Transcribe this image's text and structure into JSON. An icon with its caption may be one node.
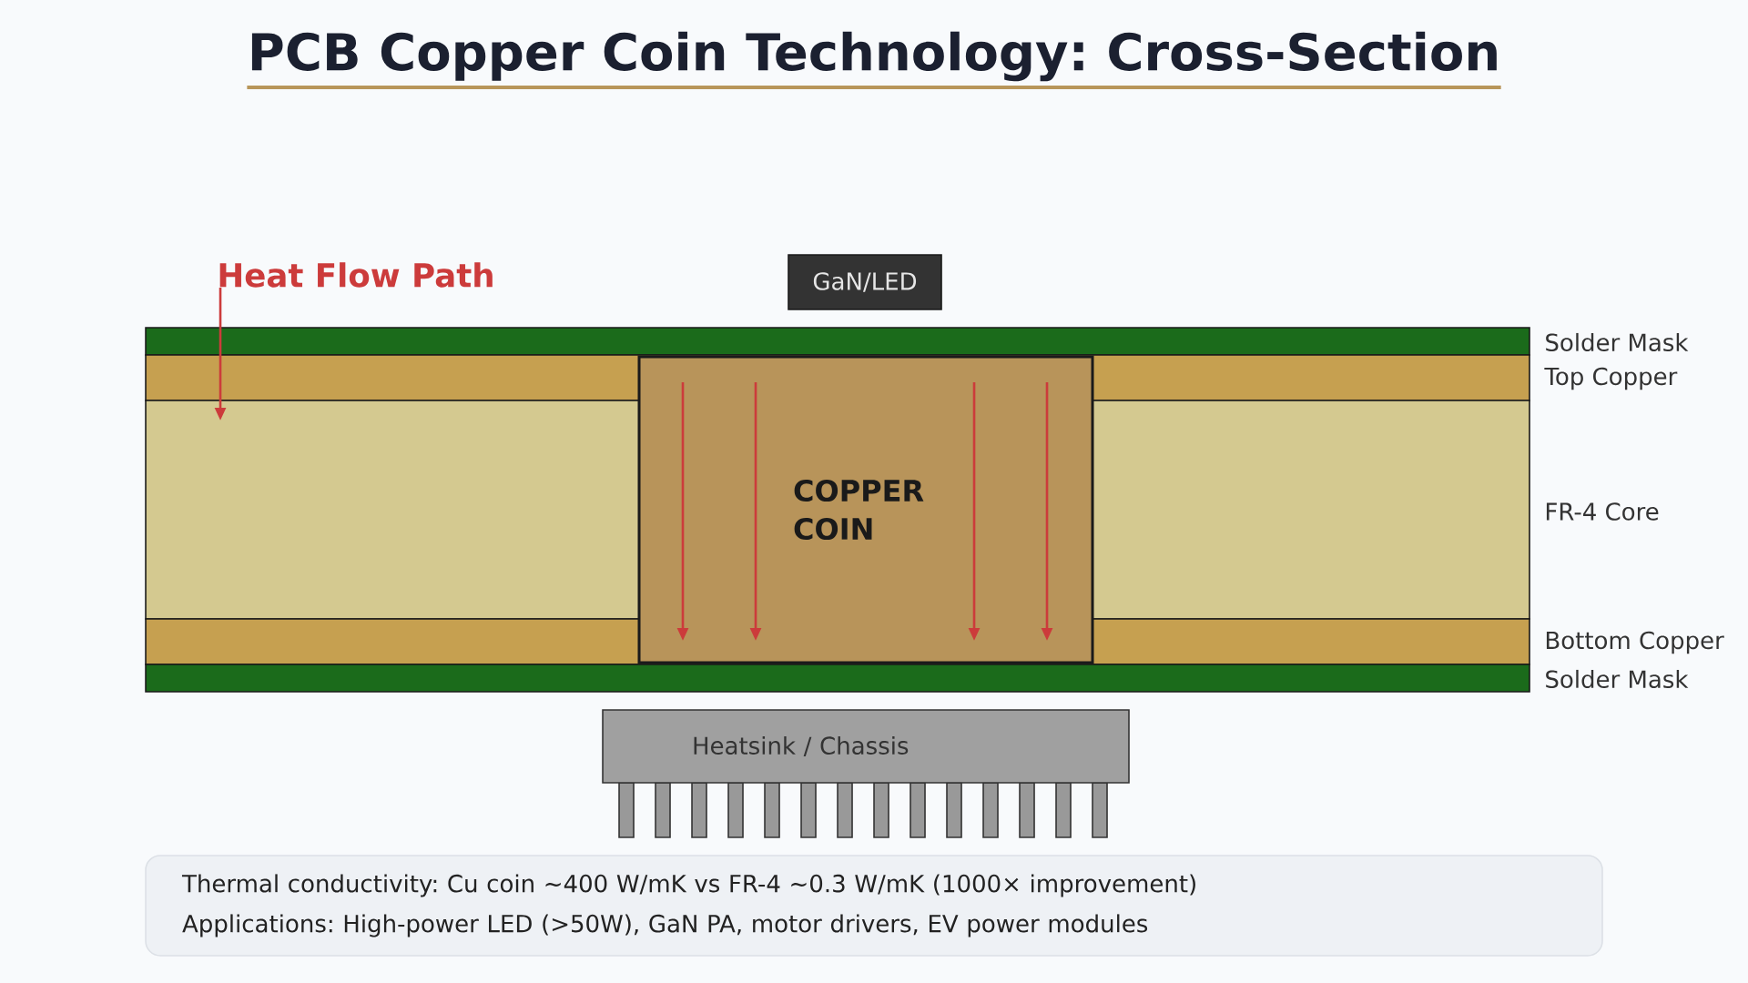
{
  "diagram": {
    "title": "PCB Copper Coin Technology: Cross-Section",
    "nodes": [
      {
        "text": [
          "GaN/LED"
        ]
      },
      {
        "text": [
          "COPPER COIN"
        ]
      },
      {
        "text": [
          "Heatsink / Chassis"
        ]
      },
      {
        "text": [
          "Thermal conductivity: Cu coin ~400 W/mK vs FR-4 ~0.3 W/mK (1000× improvement)",
          "Applications: High-power LED (>50W), GaN PA, motor drivers, EV power modules"
        ]
      }
    ],
    "labels": [
      "Heat Flow Path",
      "Solder Mask",
      "Top Copper",
      "FR-4 Core",
      "Bottom Copper",
      "Solder Mask"
    ]
  }
}
